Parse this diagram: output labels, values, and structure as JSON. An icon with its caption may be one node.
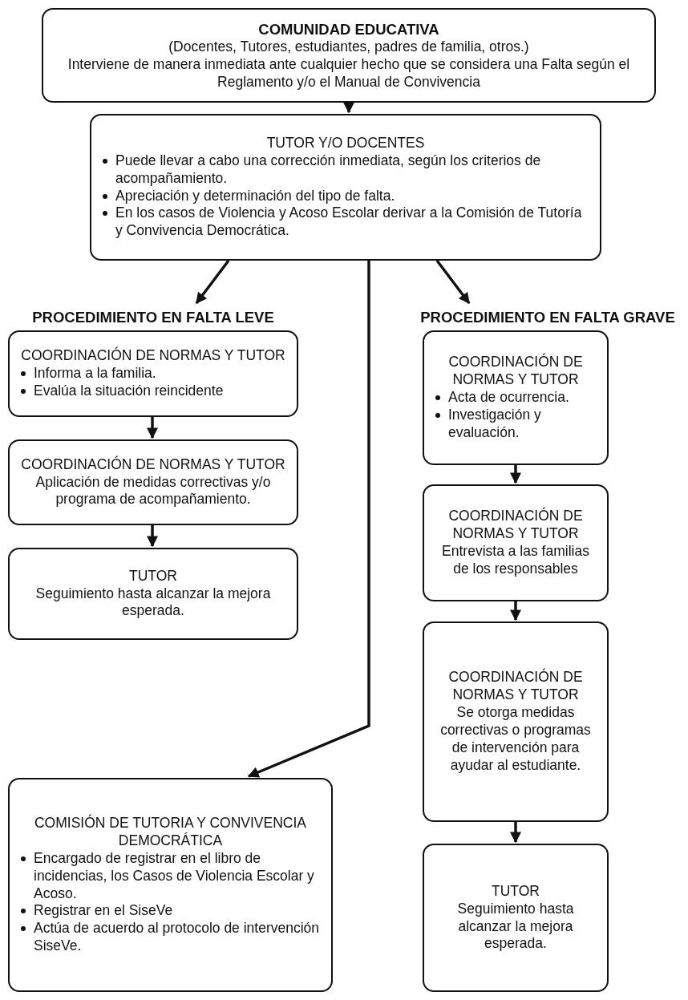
{
  "diagram": {
    "nodes": [
      {
        "text": [
          "COMUNIDAD EDUCATIVA",
          "(Docentes, Tutores, estudiantes, padres de familia, otros.)",
          "Interviene de manera inmediata ante cualquier hecho que se considera una Falta según el Reglamento y/o el Manual de Convivencia"
        ]
      },
      {
        "text": [
          "TUTOR Y/O DOCENTES",
          "Puede llevar a cabo una corrección inmediata, según los criterios de acompañamiento.",
          "Apreciación y determinación del tipo de falta.",
          "En los casos de Violencia y Acoso Escolar derivar a la Comisión de Tutoría y Convivencia Democrática."
        ]
      },
      {
        "text": [
          "PROCEDIMIENTO EN FALTA LEVE",
          "COORDINACIÓN DE NORMAS Y TUTOR",
          "Informa a la familia.",
          "Evalúa la situación reincidente"
        ]
      },
      {
        "text": [
          "COORDINACIÓN DE NORMAS Y TUTOR",
          "Aplicación de medidas correctivas y/o programa de acompañamiento."
        ]
      },
      {
        "text": [
          "TUTOR",
          "Seguimiento hasta alcanzar la mejora esperada."
        ]
      },
      {
        "text": [
          "COMISIÓN DE TUTORIA Y CONVIVENCIA DEMOCRÁTICA",
          "Encargado de registrar en el libro de incidencias, los Casos de Violencia Escolar y Acoso.",
          "Registrar en el SiseVe",
          "Actúa de acuerdo al protocolo de intervención SiseVe."
        ]
      },
      {
        "text": [
          "PROCEDIMIENTO EN FALTA GRAVE",
          "COORDINACIÓN DE NORMAS Y TUTOR",
          "Acta de ocurrencia.",
          "Investigación y evaluación."
        ]
      },
      {
        "text": [
          "COORDINACIÓN DE NORMAS Y TUTOR",
          "Entrevista a las familias de los responsables"
        ]
      },
      {
        "text": [
          "COORDINACIÓN DE NORMAS Y TUTOR",
          "Se otorga medidas correctivas o programas de intervención para ayudar al estudiante."
        ]
      },
      {
        "text": [
          "TUTOR",
          "Seguimiento hasta alcanzar la mejora esperada."
        ]
      }
    ],
    "edges": [
      {
        "from": 0,
        "to": 1,
        "arrow": "to"
      },
      {
        "from": 1,
        "to": 2,
        "arrow": "to"
      },
      {
        "from": 1,
        "to": 6,
        "arrow": "to"
      },
      {
        "from": 1,
        "to": 5,
        "arrow": "to"
      },
      {
        "from": 2,
        "to": 3,
        "arrow": "to"
      },
      {
        "from": 3,
        "to": 4,
        "arrow": "to"
      },
      {
        "from": 6,
        "to": 7,
        "arrow": "to"
      },
      {
        "from": 7,
        "to": 8,
        "arrow": "to"
      },
      {
        "from": 8,
        "to": 9,
        "arrow": "to"
      }
    ]
  }
}
